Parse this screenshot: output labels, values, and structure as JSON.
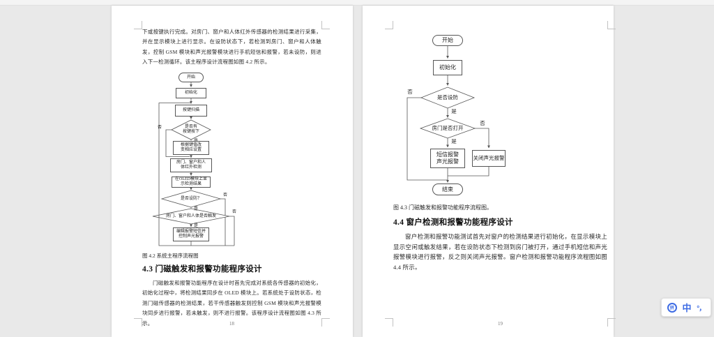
{
  "canvas": {
    "background_color": "#e9e9e9",
    "page_color": "#ffffff",
    "accent_color": "#3e6ce4"
  },
  "left_page": {
    "page_number": "18",
    "intro_paragraph": "下或按键执行完成。对房门、窗户和人体红外传感器的检测结果进行采集，并在显示模块上进行显示。在设防状态下，若检测到房门、窗户和人体触发，控制 GSM 模块和声光报警模块进行手机短信和报警，若未设防，则进入下一检测循环。该主程序设计流程图如图 4.2 所示。",
    "figure": {
      "caption": "图 4.2  系统主程序流程图",
      "nodes": {
        "start": "开始",
        "init": "初始化",
        "key_scan": "按键扫描",
        "key_pressed_l1": "是否有",
        "key_pressed_l2": "按键按下",
        "settings_l1": "根据键值改",
        "settings_l2": "变相应设置",
        "ir_l1": "房门、窗户和人",
        "ir_l2": "体红外检测",
        "oled_l1": "在OLED模块上显",
        "oled_l2": "示检测结果",
        "armed": "是否设防？",
        "triggered": "房门、窗户和人体是否触发",
        "alarm_l1": "编辑报警短信并",
        "alarm_l2": "控制声光报警",
        "yes": "是",
        "no": "否"
      }
    },
    "section": {
      "heading": "4.3 门磁触发和报警功能程序设计",
      "body": "门磁触发和报警功能程序在设计时首先完成对系统各传感器的初始化，初始化过程中，将检测结果同步在 OLED 模块上。若系统处于设防状态，检测门磁传感器的检测结果，若干传感器触发则控制 GSM 模块和声光报警模块同步进行报警，若未触发，则不进行报警。该程序设计流程图如图 4.3 所示。"
    }
  },
  "right_page": {
    "page_number": "19",
    "figure": {
      "caption": "图 4.3  门磁触发和报警功能程序流程图。",
      "nodes": {
        "start": "开始",
        "init": "初始化",
        "armed": "是否设防",
        "door_open": "房门是否打开",
        "sms_l1": "短信报警",
        "sms_l2": "声光报警",
        "close_alarm": "关闭声光报警",
        "end": "结束",
        "yes": "是",
        "no": "否"
      }
    },
    "section": {
      "heading": "4.4 窗户检测和报警功能程序设计",
      "body": "窗户检测和报警功能测试首先对窗户的检测结果进行初始化，在显示模块上显示空闲或触发结果，若在设防状态下检测到房门被打开，通过手机短信和声光报警模块进行报警，反之则关闭声光报警。窗户检测和报警功能程序流程图如图 4.4 所示。"
    }
  },
  "ime_bar": {
    "logo_glyph": "拼",
    "lang_indicator": "中",
    "punctuation": "°，"
  }
}
